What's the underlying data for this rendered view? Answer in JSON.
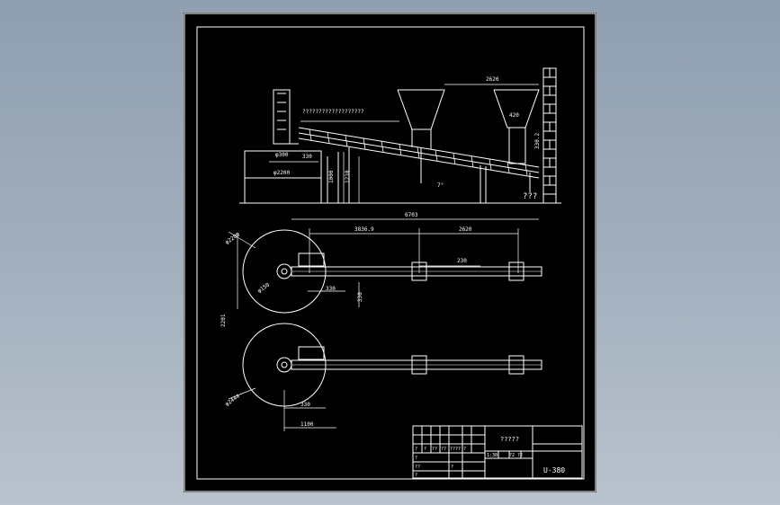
{
  "drawing": {
    "background": "#000000",
    "line_color": "#ffffff",
    "elevation_view": {
      "screw_label": "???????????????????",
      "dim_top": "2620",
      "dim_hopper": "420",
      "dim_height_a": "1000",
      "dim_height_b": "1210",
      "dim_left": "φ300",
      "dim_base": "φ2200",
      "dim_mid": "330",
      "dim_right": "330.2",
      "angle": "7°",
      "support_label": "???"
    },
    "plan_view": {
      "overall_length": "6703",
      "seg_a": "3836.9",
      "seg_b": "2620",
      "seg_c": "230",
      "seg_d": "330",
      "seg_e": "330",
      "circle_top": "φ2200",
      "circle_inner": "φ150",
      "circle_bottom": "φ2444",
      "vertical_gap": "2201",
      "bottom_a": "330",
      "bottom_b": "1100"
    },
    "title_block": {
      "title": "?????",
      "scale": "1:30",
      "sheet_info": "?2  ?2",
      "drawing_number": "U-380",
      "left_cells": [
        "?",
        "?",
        "??",
        "??",
        "????",
        "?",
        "?",
        "??",
        "?",
        "?"
      ]
    }
  }
}
